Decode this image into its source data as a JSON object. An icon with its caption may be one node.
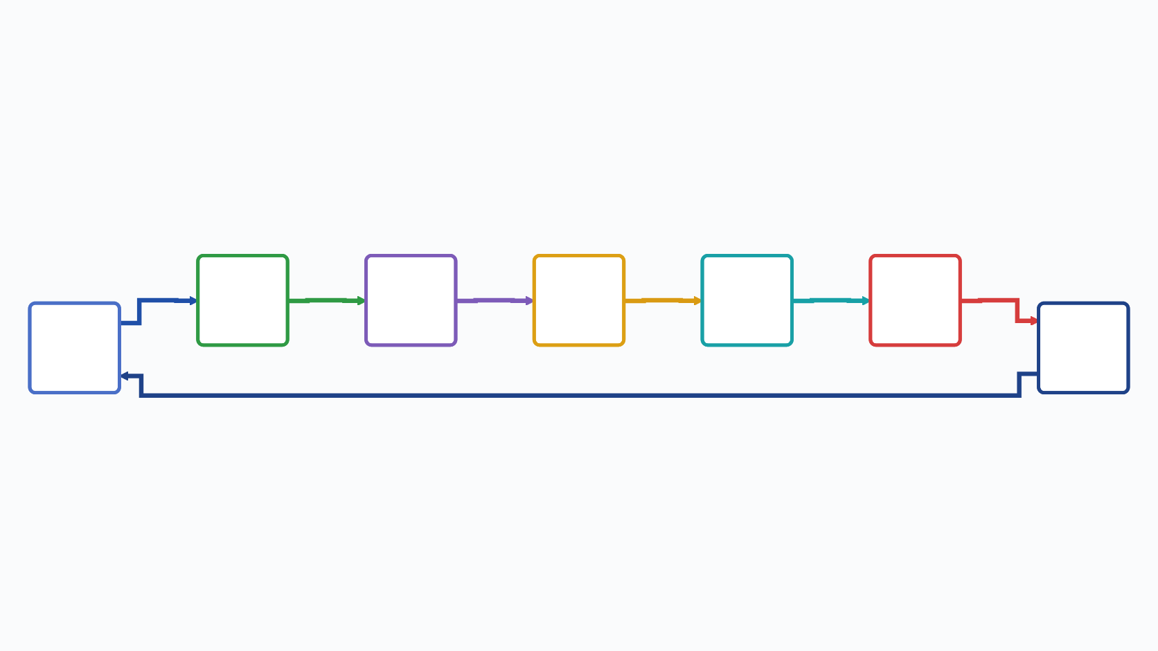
{
  "diagram": {
    "nodes": [
      {
        "text": [],
        "shape": "box"
      },
      {
        "text": [],
        "shape": "box"
      },
      {
        "text": [],
        "shape": "box"
      },
      {
        "text": [],
        "shape": "box"
      },
      {
        "text": [],
        "shape": "box"
      },
      {
        "text": [],
        "shape": "box"
      },
      {
        "text": [],
        "shape": "box"
      }
    ],
    "edges": [
      {
        "from": 0,
        "to": 1,
        "arrow": "to",
        "color": "#1f4fa8"
      },
      {
        "from": 1,
        "to": 2,
        "arrow": "to",
        "color": "#2f9a44"
      },
      {
        "from": 2,
        "to": 3,
        "arrow": "to",
        "color": "#7d5bb8"
      },
      {
        "from": 3,
        "to": 6,
        "arrow": "to",
        "color": "#d99a12"
      },
      {
        "from": 6,
        "to": 5,
        "arrow": "to",
        "color": "#17a0a6"
      },
      {
        "from": 5,
        "to": 4,
        "arrow": "to",
        "color": "#d63d3d"
      },
      {
        "from": 4,
        "to": 0,
        "arrow": "to",
        "color": "#1f4288"
      }
    ]
  }
}
